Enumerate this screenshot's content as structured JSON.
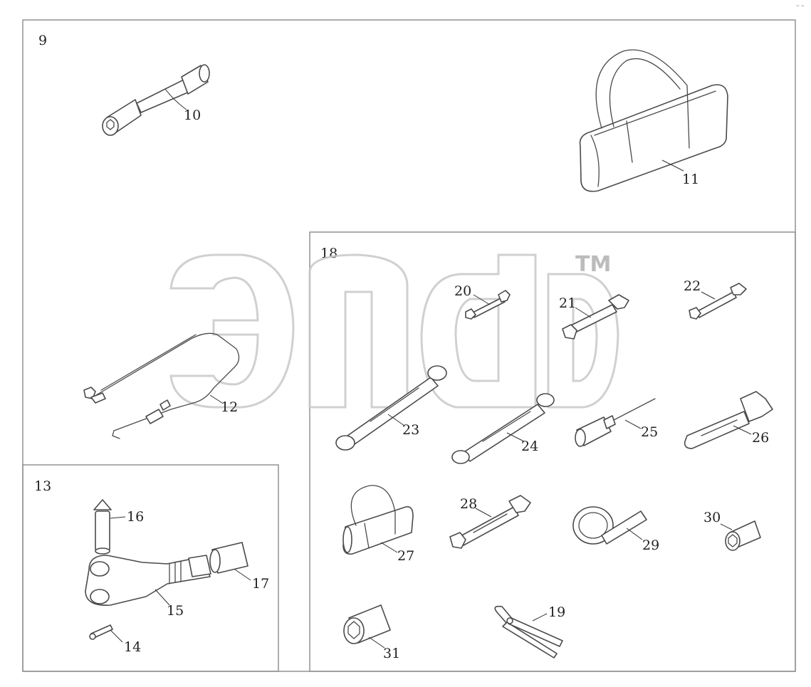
{
  "sections": {
    "main": {
      "label": "9"
    },
    "tensioner": {
      "label": "13"
    },
    "toolset": {
      "label": "18"
    }
  },
  "callouts": {
    "c10": "10",
    "c11": "11",
    "c12": "12",
    "c14": "14",
    "c15": "15",
    "c16": "16",
    "c17": "17",
    "c19": "19",
    "c20": "20",
    "c21": "21",
    "c22": "22",
    "c23": "23",
    "c24": "24",
    "c25": "25",
    "c26": "26",
    "c27": "27",
    "c28": "28",
    "c29": "29",
    "c30": "30",
    "c31": "31"
  },
  "watermark": {
    "logo": "эпдь",
    "mark": "TM"
  },
  "corner_mark": "~ ~",
  "colors": {
    "line": "#4a4a4a",
    "frame": "#8a8a8a",
    "watermark": "#c8c8c8"
  }
}
